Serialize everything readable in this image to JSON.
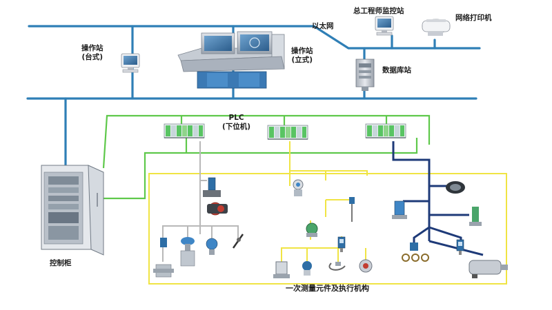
{
  "labels": {
    "operator_station_desk": [
      "操作站",
      "(台式)"
    ],
    "operator_station_standing": [
      "操作站",
      "(立式)"
    ],
    "ethernet": "以太网",
    "chief_engineer_station": "总工程师监控站",
    "network_printer": "网络打印机",
    "database_station": "数据库站",
    "plc": [
      "PLC",
      "(下位机)"
    ],
    "control_cabinet": "控制柜",
    "field_devices": "一次测量元件及执行机构"
  },
  "colors": {
    "ethernet_bus": "#2f7fb6",
    "green_link": "#5ec84a",
    "yellow_link": "#f0e443",
    "gray_link": "#b8b8b8",
    "navy_link": "#1e3a78",
    "plc_module": "#59c463",
    "equipment_gray": "#c9cdd4",
    "screen_blue": "#3e78a9"
  },
  "icons": [
    "monitor-icon",
    "console-icon",
    "printer-icon",
    "database-server-icon",
    "plc-rack-icon",
    "control-cabinet-icon",
    "sensor-icon",
    "valve-icon",
    "pump-icon"
  ]
}
